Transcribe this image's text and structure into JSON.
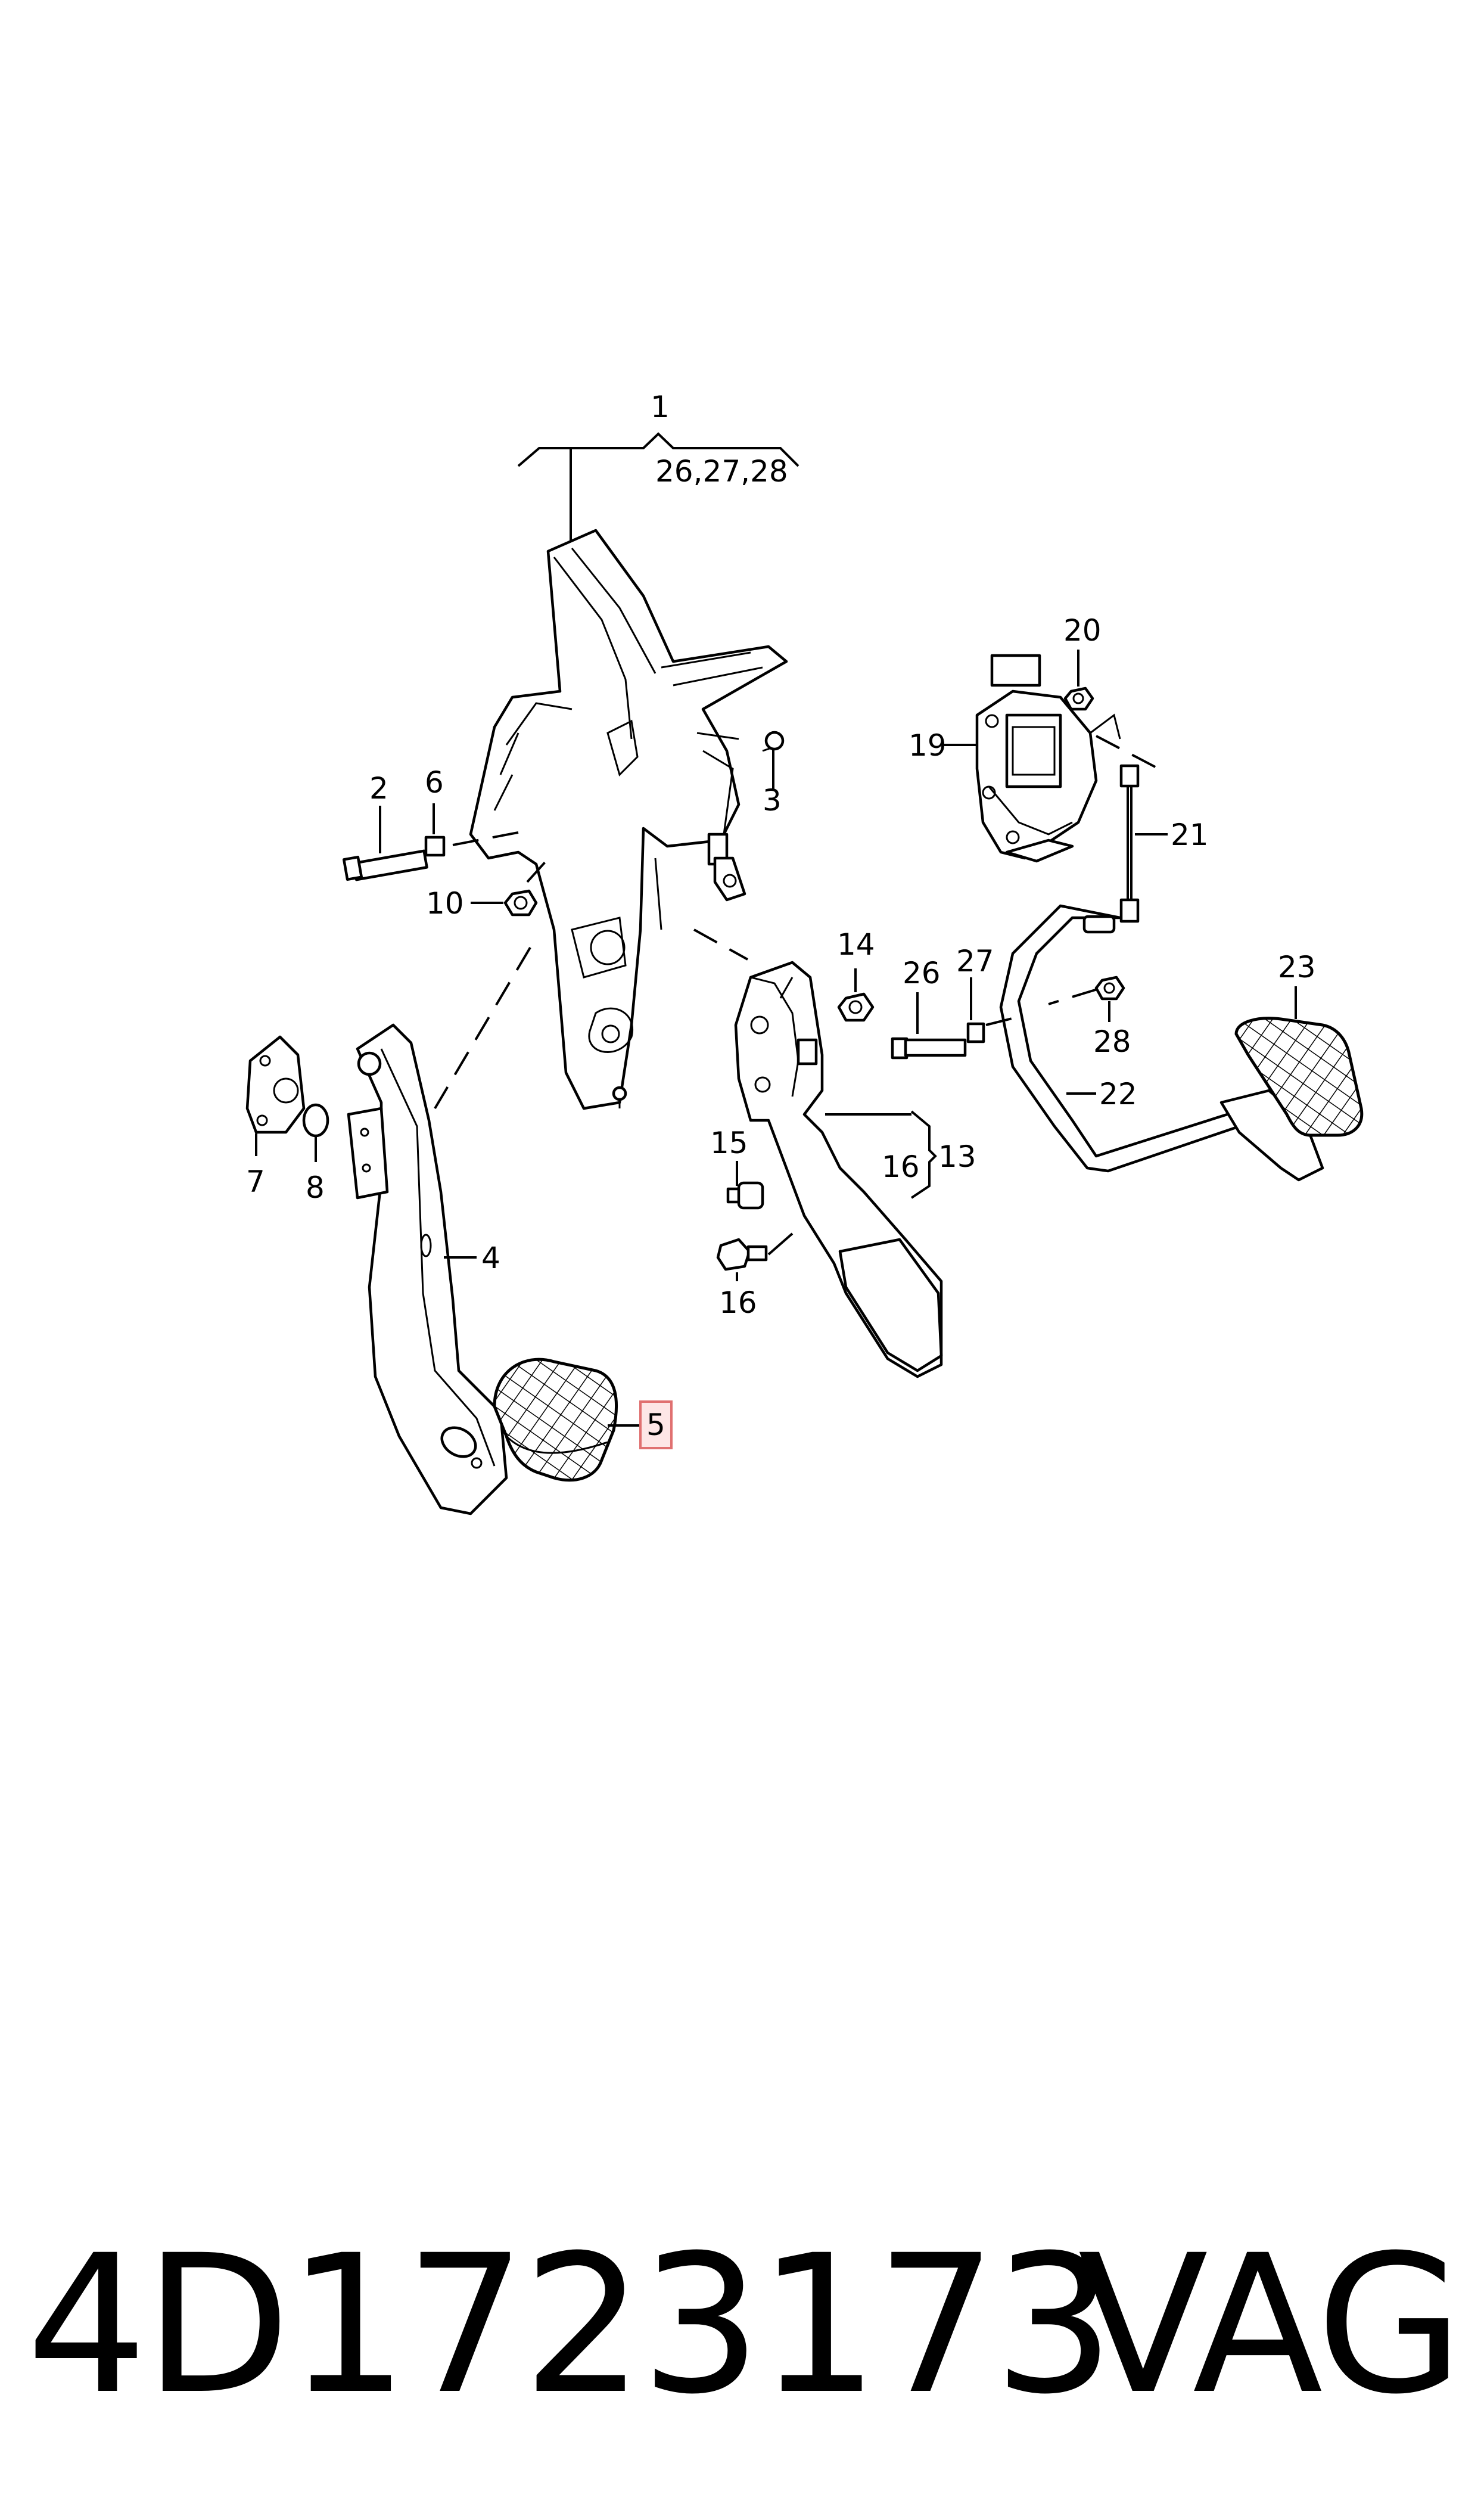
{
  "diagram": {
    "callouts": {
      "c1": "1",
      "c1_sub": "26,27,28",
      "c2": "2",
      "c3": "3",
      "c4": "4",
      "c5": "5",
      "c6": "6",
      "c7": "7",
      "c8": "8",
      "c10": "10",
      "c13": "13",
      "c14": "14",
      "c15": "15",
      "c16a": "16",
      "c16b": "16",
      "c19": "19",
      "c20": "20",
      "c21": "21",
      "c22": "22",
      "c23": "23",
      "c26": "26",
      "c27": "27",
      "c28": "28"
    },
    "highlighted_callout": "5",
    "highlight_color": "#fde6e6"
  },
  "footer": {
    "part_number": "4D1723173",
    "brand": "VAG"
  }
}
